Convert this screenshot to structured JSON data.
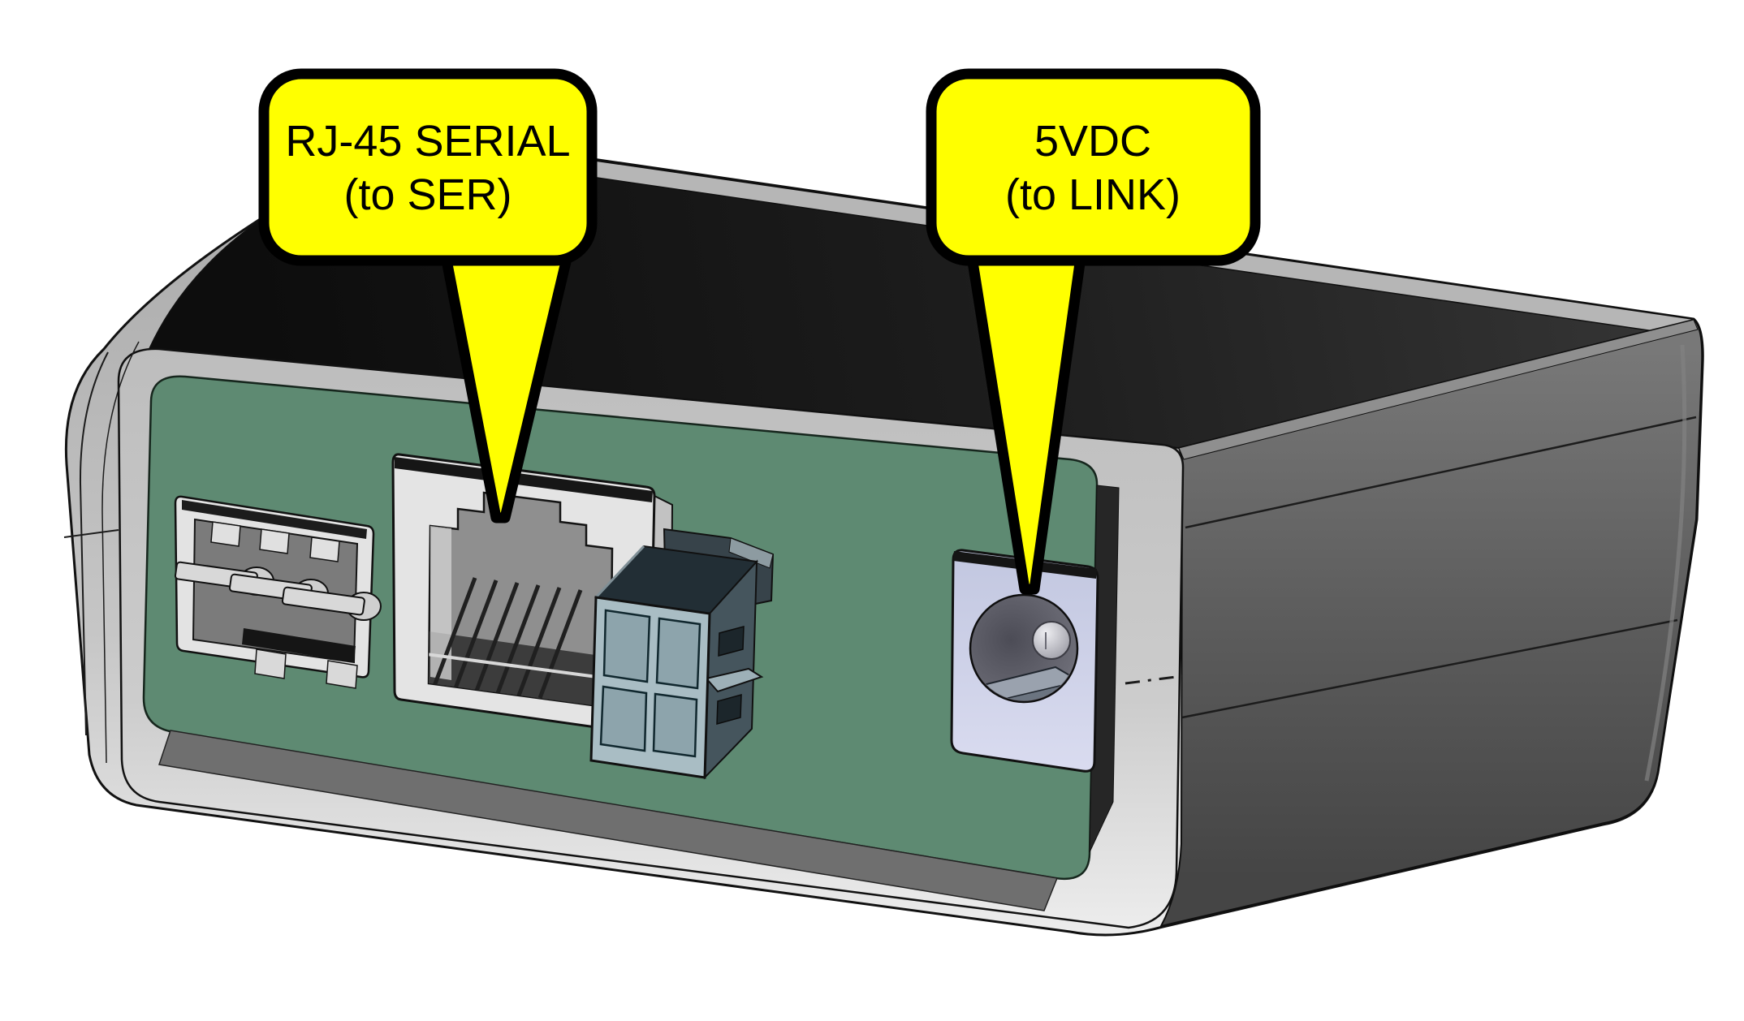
{
  "illustration": {
    "type": "technical-illustration",
    "background": "#ffffff",
    "device": {
      "name": "link-adapter-rear-panel",
      "panel_color": "#5E8A72",
      "body_color": "#C6C6C6",
      "top_color": "#1A1A1A",
      "side_color": "#5A5A5A",
      "connectors": [
        {
          "id": "pin-header",
          "name": "3-pin-header-connector"
        },
        {
          "id": "rj45",
          "name": "rj45-serial-jack"
        },
        {
          "id": "molex",
          "name": "2x2-socket-connector"
        },
        {
          "id": "barrel",
          "name": "5vdc-barrel-jack"
        }
      ]
    },
    "callouts": {
      "rj45": {
        "line1": "RJ-45 SERIAL",
        "line2": "(to SER)",
        "fill": "#FFFF00",
        "stroke": "#000000"
      },
      "power": {
        "line1": "5VDC",
        "line2": "(to LINK)",
        "fill": "#FFFF00",
        "stroke": "#000000"
      }
    }
  }
}
